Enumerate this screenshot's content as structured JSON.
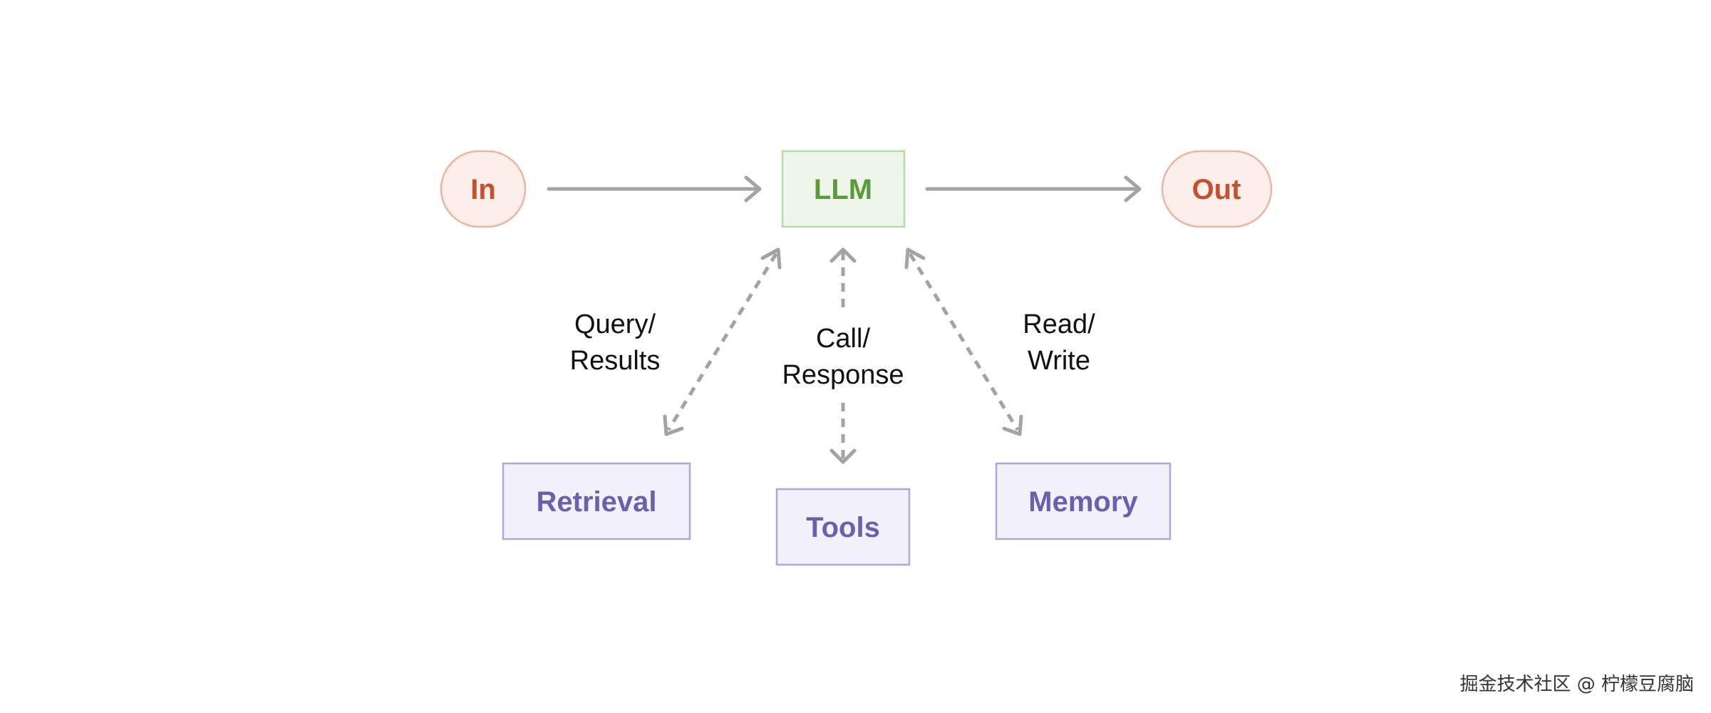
{
  "nodes": {
    "in": {
      "label": "In",
      "color": "#c4502c",
      "fill": "#fcefe9",
      "stroke": "#eab5a1"
    },
    "llm": {
      "label": "LLM",
      "color": "#5b9a3b",
      "fill": "#eef6e9",
      "stroke": "#b5dca5"
    },
    "out": {
      "label": "Out",
      "color": "#c4502c",
      "fill": "#fcefe9",
      "stroke": "#eab5a1"
    },
    "retrieval": {
      "label": "Retrieval",
      "color": "#6b5fb0",
      "fill": "#f2f1fa",
      "stroke": "#b0a6dc"
    },
    "tools": {
      "label": "Tools",
      "color": "#6b5fb0",
      "fill": "#f2f1fa",
      "stroke": "#b0a6dc"
    },
    "memory": {
      "label": "Memory",
      "color": "#6b5fb0",
      "fill": "#f2f1fa",
      "stroke": "#b0a6dc"
    }
  },
  "edges": {
    "retrieval": {
      "label_line1": "Query/",
      "label_line2": "Results"
    },
    "tools": {
      "label_line1": "Call/",
      "label_line2": "Response"
    },
    "memory": {
      "label_line1": "Read/",
      "label_line2": "Write"
    }
  },
  "arrow_color": "#a3a3a3",
  "watermark": "掘金技术社区 @ 柠檬豆腐脑"
}
